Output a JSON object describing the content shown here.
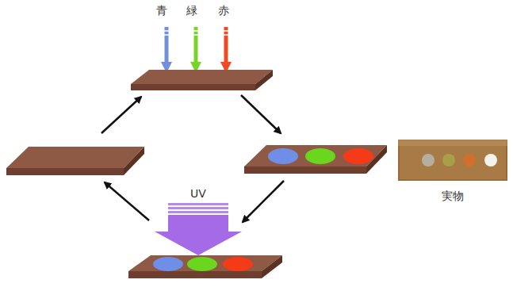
{
  "diagram": {
    "labels": [
      "青",
      "緑",
      "赤",
      "UV",
      "実物"
    ]
  }
}
